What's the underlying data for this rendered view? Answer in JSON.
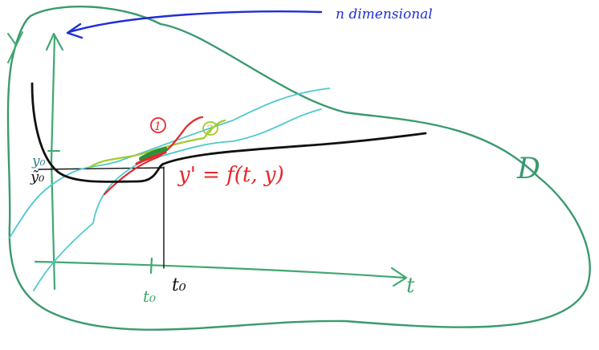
{
  "annotation": {
    "text": "n dimensional"
  },
  "labels": {
    "domain": "D",
    "t_axis": "t",
    "y_axis": "y",
    "t0_green": "t₀",
    "t0_black": "t₀",
    "y0_teal": "y₀",
    "y0_black": "ỹ₀",
    "equation": "y' = f(t, y)",
    "marker_1": "1",
    "marker_2": "2"
  },
  "colors": {
    "domain": "#3a9a6e",
    "axes": "#3fa86f",
    "annotation": "#1f2fd6",
    "black_curve": "#111111",
    "red": "#e8262a",
    "lime": "#a6c92a",
    "teal": "#4dc9cf",
    "green_highlight": "#2e8f3a"
  }
}
